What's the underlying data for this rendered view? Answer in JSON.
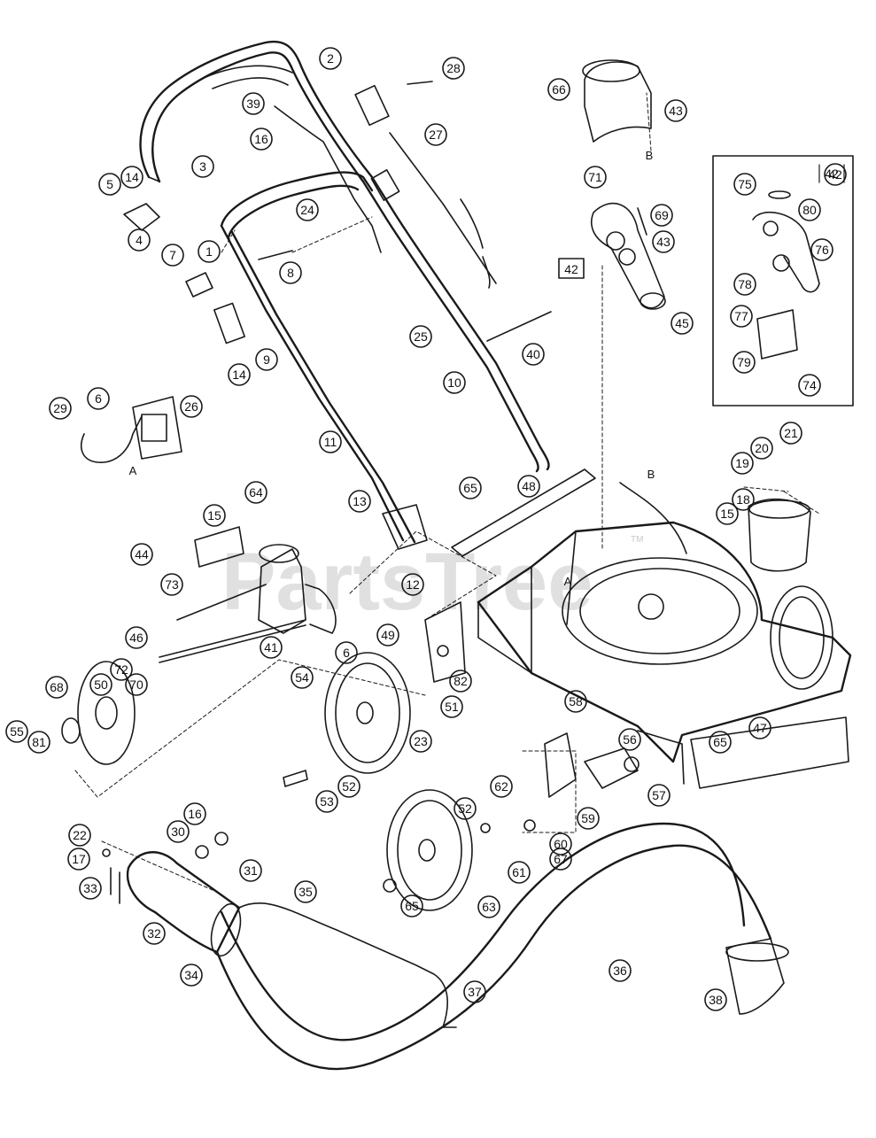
{
  "diagram": {
    "watermark": "PartsTree",
    "trademark": "TM",
    "colors": {
      "line": "#1a1a1a",
      "background": "#ffffff",
      "watermark": "#c8c8c8"
    },
    "letters": [
      "A",
      "A",
      "B",
      "B"
    ],
    "boxed_labels": [
      "42",
      "42"
    ],
    "callouts": [
      "2",
      "28",
      "39",
      "16",
      "27",
      "66",
      "43",
      "3",
      "14",
      "5",
      "4",
      "24",
      "71",
      "69",
      "43",
      "75",
      "80",
      "1",
      "7",
      "8",
      "76",
      "42",
      "78",
      "25",
      "45",
      "40",
      "77",
      "10",
      "79",
      "9",
      "14",
      "74",
      "6",
      "26",
      "29",
      "11",
      "21",
      "20",
      "19",
      "18",
      "65",
      "48",
      "15",
      "13",
      "64",
      "15",
      "44",
      "73",
      "12",
      "49",
      "46",
      "41",
      "6",
      "72",
      "68",
      "50",
      "70",
      "82",
      "54",
      "51",
      "23",
      "81",
      "55",
      "58",
      "56",
      "65",
      "47",
      "62",
      "57",
      "53",
      "52",
      "52",
      "59",
      "60",
      "22",
      "16",
      "30",
      "67",
      "61",
      "17",
      "31",
      "33",
      "35",
      "63",
      "65",
      "32",
      "36",
      "34",
      "37",
      "38"
    ]
  }
}
